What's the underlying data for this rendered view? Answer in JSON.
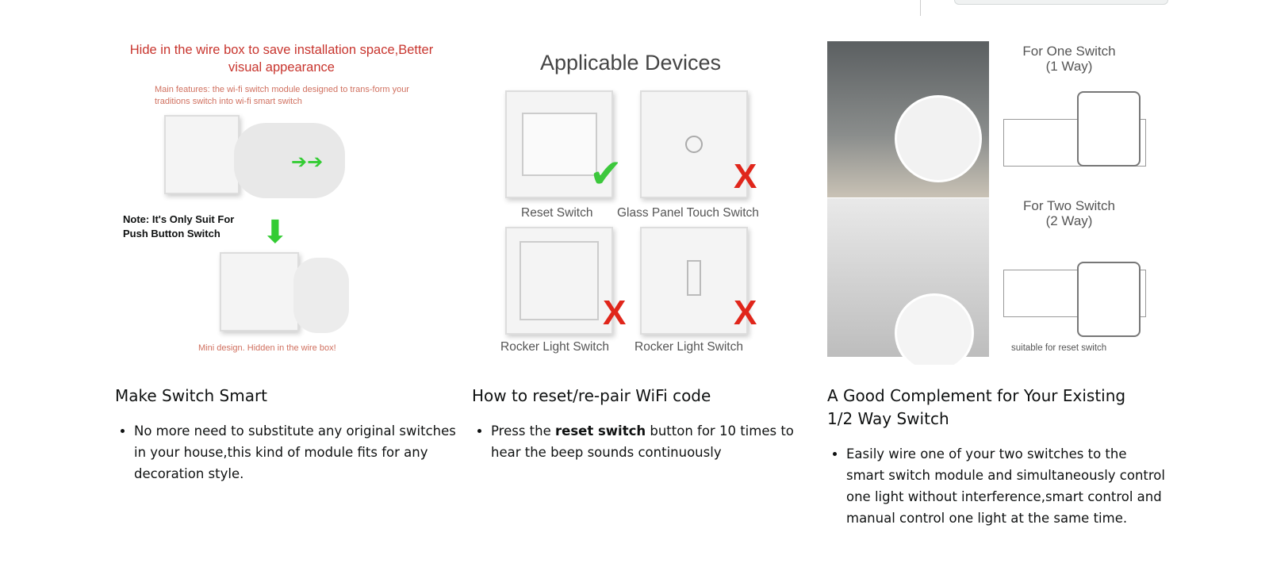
{
  "columns": [
    {
      "image": {
        "title": "Hide in the wire box to save installation space,Better visual appearance",
        "subtitle": "Main features: the wi-fi switch module designed to trans-form your traditions switch into wi-fi smart switch",
        "note": "Note: It's Only Suit For Push Button Switch",
        "caption": "Mini design. Hidden in the wire box!"
      },
      "heading": "Make Switch Smart",
      "bullets": [
        "No more need to substitute any original switches in your house,this kind of module fits for any decoration style."
      ]
    },
    {
      "image": {
        "title": "Applicable Devices",
        "labels": [
          "Reset Switch",
          "Glass Panel Touch Switch",
          "Rocker Light Switch",
          "Rocker Light Switch"
        ]
      },
      "heading": "How to reset/re-pair WiFi code",
      "bullets_pre": "Press the ",
      "bullets_bold": "reset switch",
      "bullets_post": " button for 10 times to hear the beep sounds continuously"
    },
    {
      "image": {
        "one_switch": "For One Switch\n(1 Way)",
        "two_switch": "For Two Switch\n(2 Way)",
        "caption": "suitable for reset switch"
      },
      "heading": "A Good Complement for Your Existing 1/2 Way Switch",
      "bullets": [
        "Easily wire one of your two switches to the smart switch module and simultaneously control one light without interference,smart control and manual control one light at the same time."
      ]
    }
  ]
}
